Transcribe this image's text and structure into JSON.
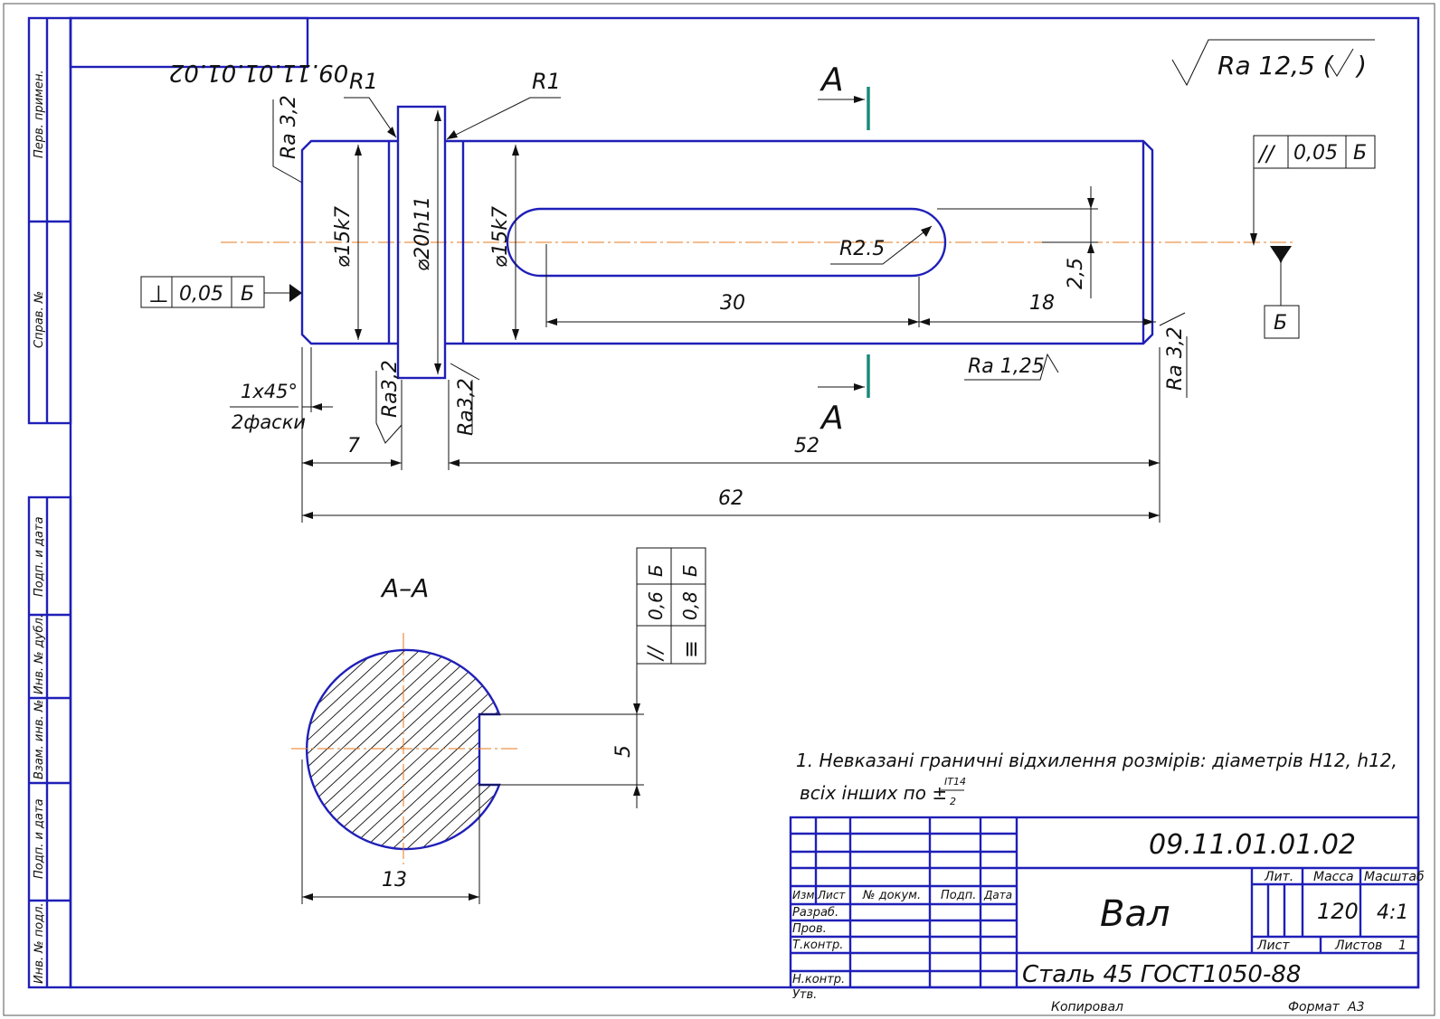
{
  "drawing": {
    "number": "09.11.01.01.02",
    "number_mirrored": "09.11.01.01.02",
    "roughness_general": "Ra 12,5 (",
    "roughness_general_tail": ")",
    "section_letter": "A",
    "section_title": "А–А",
    "notes": {
      "line1": "1. Невказані граничні відхилення розмірів: діаметрів H12, h12,",
      "line2": "всіх інших по ±",
      "frac_num": "IT14",
      "frac_den": "2"
    }
  },
  "side_stamp": {
    "labels": [
      "Перв. примен.",
      "Справ. №",
      "Подп. и дата",
      "Инв. № дубл.",
      "Взам. инв. №",
      "Подп. и дата",
      "Инв. № подл."
    ]
  },
  "dimensions": {
    "d1": "⌀15k7",
    "d2": "⌀20h11",
    "d3": "⌀15k7",
    "r1": "R1",
    "r2": "R1",
    "r_slot": "R2.5",
    "len_30": "30",
    "len_18": "18",
    "len_7": "7",
    "len_52": "52",
    "len_62": "62",
    "depth": "2,5",
    "chamfer": "1x45°",
    "chamfer_note": "2фаски",
    "sec_width": "13",
    "sec_slot": "5"
  },
  "roughness": {
    "ra_a": "Ra 3,2",
    "ra_b": "Ra3,2",
    "ra_c": "Ra3,2",
    "ra_d": "Ra 1,25",
    "ra_e": "Ra 3,2"
  },
  "tolerances": {
    "perp": {
      "symbol": "⊥",
      "value": "0,05",
      "base": "Б"
    },
    "parallel": {
      "symbol": "//",
      "value": "0,05",
      "base": "Б"
    },
    "datum": "Б",
    "section_frame": [
      {
        "symbol": "//",
        "value": "0,6",
        "base": "Б"
      },
      {
        "symbol": "≡",
        "value": "0,8",
        "base": "Б"
      }
    ]
  },
  "title_block": {
    "number": "09.11.01.01.02",
    "name": "Вал",
    "material": "Сталь 45 ГОСТ1050-88",
    "hdr_lit": "Лит.",
    "hdr_mass": "Масса",
    "hdr_scale": "Масштаб",
    "mass": "120",
    "scale": "4:1",
    "sheet": "Лист",
    "sheets": "Листов",
    "sheets_count": "1",
    "col_headers": [
      "Изм.",
      "Лист",
      "№ докум.",
      "Подп.",
      "Дата"
    ],
    "roles": [
      "Разраб.",
      "Пров.",
      "Т.контр.",
      "Н.контр.",
      "Утв."
    ],
    "copied": "Копировал",
    "format_label": "Формат",
    "format": "A3"
  },
  "colors": {
    "outline": "#1f1fb8",
    "axis": "#e87a1e",
    "datum_mark": "#1a8a7a",
    "thin": "#111111"
  }
}
